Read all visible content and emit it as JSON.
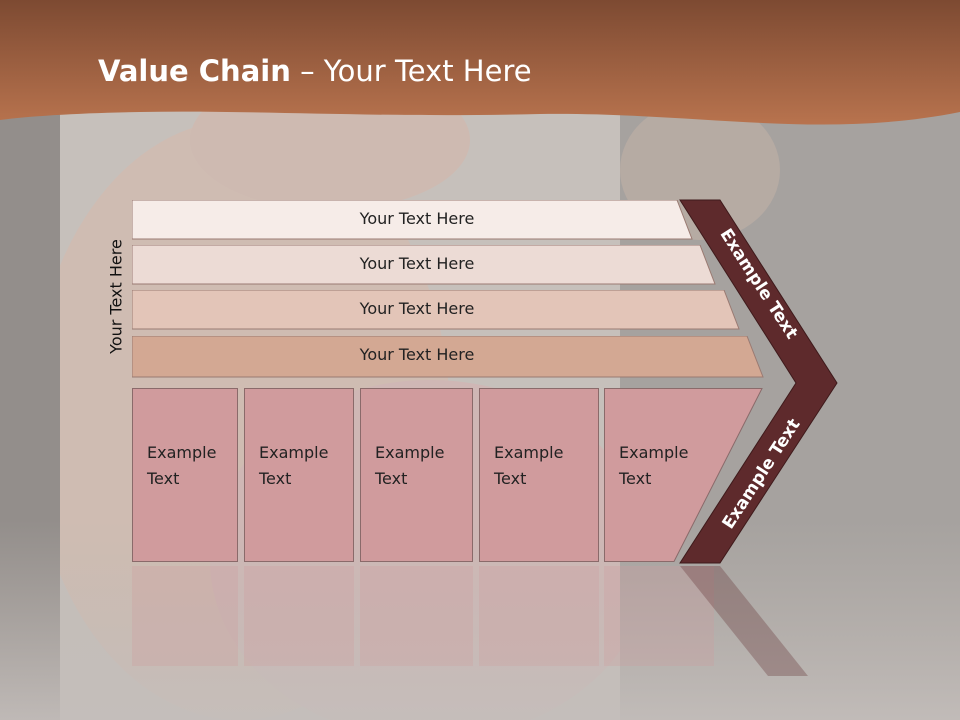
{
  "title": {
    "bold": "Value Chain",
    "rest": " – Your Text Here"
  },
  "side_label": "Your Text Here",
  "support_bars": [
    "Your Text Here",
    "Your Text Here",
    "Your Text Here",
    "Your Text Here"
  ],
  "primary_cells": [
    "Example\nText",
    "Example\nText",
    "Example\nText",
    "Example\nText",
    "Example\nText"
  ],
  "margin_labels": {
    "top": "Example Text",
    "bottom": "Example Text"
  },
  "colors": {
    "header": "#a9603f",
    "chevron": "#5e2a2c",
    "cell": "#d09b9d",
    "bar_light": "#f6ece8",
    "bar_dark": "#d3a893"
  }
}
